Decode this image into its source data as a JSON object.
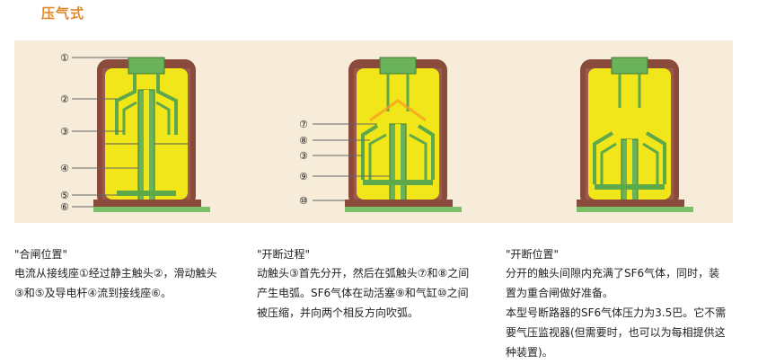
{
  "page": {
    "title": "压气式"
  },
  "labels": {
    "d1": [
      "①",
      "②",
      "③",
      "④",
      "⑤",
      "⑥"
    ],
    "d2": [
      "⑦",
      "⑧",
      "③",
      "⑨",
      "⑩"
    ]
  },
  "panels": [
    {
      "caption": "\"合闸位置\"",
      "lines": [
        "电流从接线座①经过静主触头②，滑动触头",
        "③和⑤及导电杆④流到接线座⑥。"
      ]
    },
    {
      "caption": "\"开断过程\"",
      "lines": [
        "动触头③首先分开，然后在弧触头⑦和⑧之间",
        "产生电弧。SF6气体在动活塞⑨和气缸⑩之间",
        "被压缩，并向两个相反方向吹弧。"
      ]
    },
    {
      "caption": "\"开断位置\"",
      "lines": [
        "分开的触头间隙内充满了SF6气体，同时，装",
        "置为重合闸做好准备。",
        "本型号断路器的SF6气体压力为3.5巴。它不需",
        "要气压监视器(但需要时，也可以为每相提供这",
        "种装置)。"
      ]
    }
  ],
  "colors": {
    "accent": "#e0882a",
    "housing": "#8a4a3c",
    "gas": "#f0e61a",
    "contact": "#5ea84c",
    "band": "#f6ecd9"
  }
}
